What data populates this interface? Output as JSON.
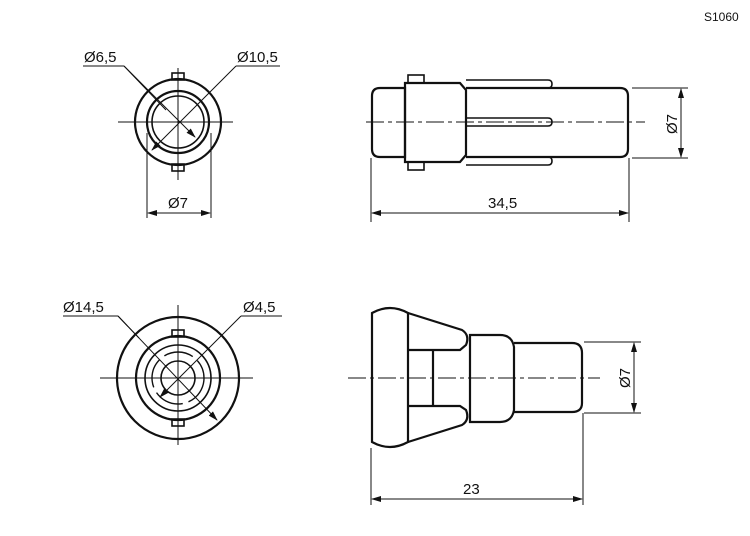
{
  "drawing_code": "S1060",
  "views": {
    "top_front": {
      "dim_inner": "Ø6,5",
      "dim_outer": "Ø10,5",
      "dim_bottom": "Ø7"
    },
    "top_side": {
      "dim_diameter": "Ø7",
      "dim_length": "34,5"
    },
    "bottom_front": {
      "dim_outer": "Ø14,5",
      "dim_inner": "Ø4,5"
    },
    "bottom_side": {
      "dim_diameter": "Ø7",
      "dim_length": "23"
    }
  },
  "colors": {
    "line": "#111111",
    "background": "#ffffff"
  }
}
